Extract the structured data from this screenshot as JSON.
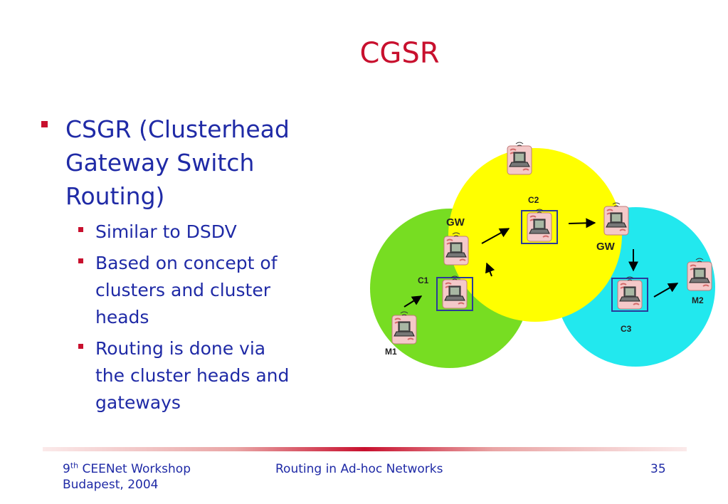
{
  "title": "CGSR",
  "bullet_main": [
    "CSGR (Clusterhead",
    "Gateway Switch",
    "Routing)"
  ],
  "sub_bullets": [
    {
      "lines": [
        "Similar to DSDV"
      ]
    },
    {
      "lines": [
        "Based on concept of",
        "clusters and cluster",
        "heads"
      ]
    },
    {
      "lines": [
        "Routing is done via",
        "the cluster heads and",
        "gateways"
      ]
    }
  ],
  "diagram": {
    "clusters": [
      {
        "id": "C1",
        "color": "#77dd22"
      },
      {
        "id": "C2",
        "color": "#ffff00"
      },
      {
        "id": "C3",
        "color": "#22e8ee"
      }
    ],
    "labels": {
      "c1": "C1",
      "c2": "C2",
      "c3": "C3",
      "gw_left": "GW",
      "gw_right": "GW",
      "m1": "M1",
      "m2": "M2"
    }
  },
  "footer": {
    "left_pre": "9",
    "left_sup": "th",
    "left_post": " CEENet Workshop",
    "left_line2": "Budapest, 2004",
    "center": "Routing in Ad-hoc Networks",
    "right": "35"
  },
  "colors": {
    "title": "#c8102e",
    "text": "#1f2aa6",
    "bullet": "#c8102e"
  }
}
